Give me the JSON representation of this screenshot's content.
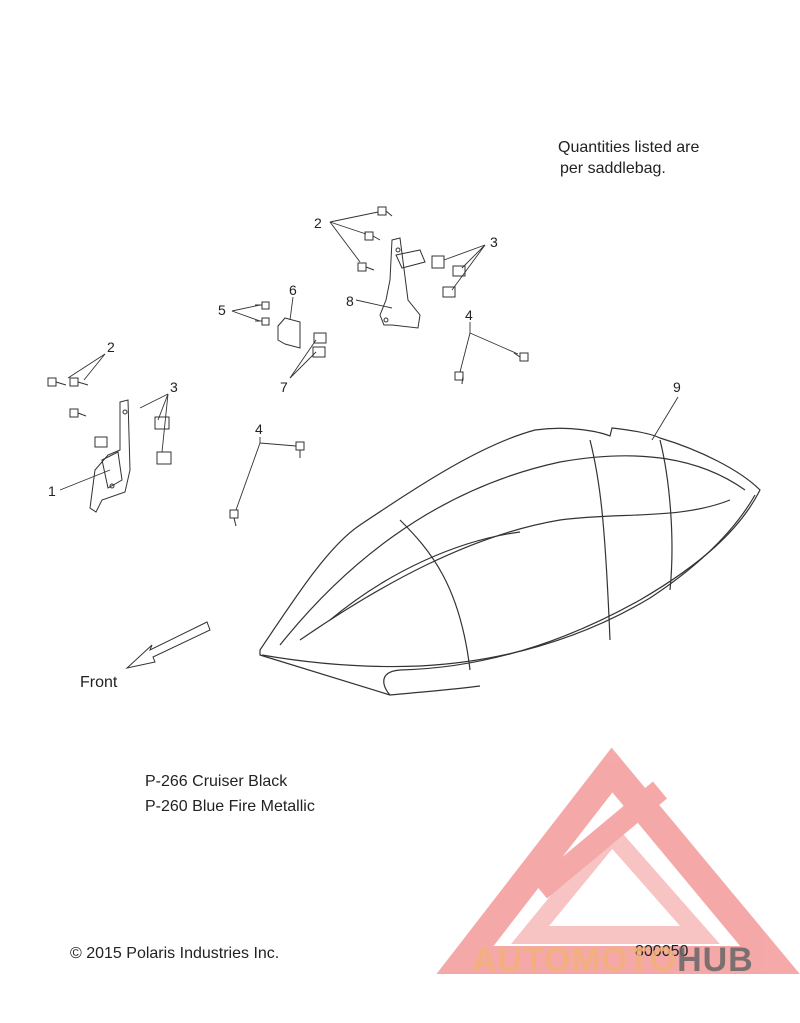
{
  "note": {
    "line1": "Quantities listed are",
    "line2": "per saddlebag."
  },
  "callouts": {
    "c1": "1",
    "c2a": "2",
    "c2b": "2",
    "c3a": "3",
    "c3b": "3",
    "c4a": "4",
    "c4b": "4",
    "c5": "5",
    "c6": "6",
    "c7": "7",
    "c8": "8",
    "c9": "9"
  },
  "direction_label": "Front",
  "colors": {
    "line1": "P-266  Cruiser Black",
    "line2": "P-260 Blue Fire Metallic"
  },
  "copyright": "© 2015 Polaris Industries Inc.",
  "figure_number": "800050",
  "watermark": {
    "part1": "AUTOMOTO",
    "part2": "HUB",
    "accent": "#f28c8c",
    "accent_dark": "#f2b27a",
    "text_dark": "#666666"
  }
}
